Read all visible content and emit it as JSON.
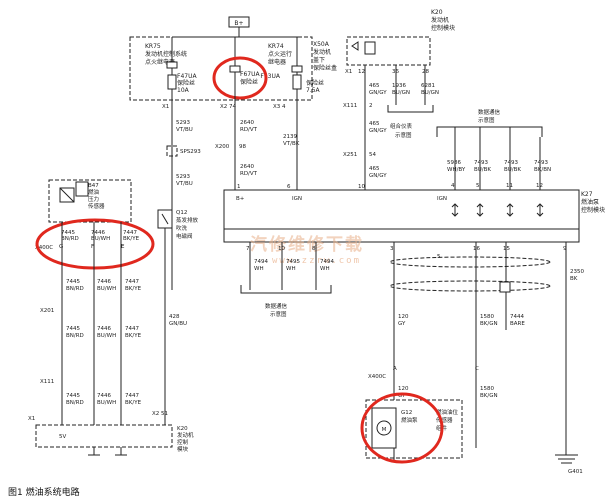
{
  "header": {
    "power_node": "B+"
  },
  "modules": {
    "kr75": {
      "id": "KR75",
      "line1": "发动机控制系统",
      "line2": "点火继电器"
    },
    "x50a": {
      "id": "X50A",
      "line1": "发动机",
      "line2": "盖下",
      "line3": "保险丝盒"
    },
    "kr74": {
      "id": "KR74",
      "line1": "点火运行",
      "line2": "继电器"
    },
    "f47ua": {
      "id": "F47UA",
      "line1": "保险丝",
      "line2": "10A"
    },
    "f67ua": {
      "id": "F67UA",
      "line1": "保险丝"
    },
    "f13ua": {
      "id": "F13UA",
      "line1": "保险丝",
      "line2": "7.5A"
    },
    "k20_top": {
      "id": "K20",
      "line1": "发动机",
      "line2": "控制模块"
    },
    "b47": {
      "id": "B47",
      "line1": "燃油",
      "line2": "压力",
      "line3": "传感器"
    },
    "q12": {
      "id": "Q12",
      "line1": "蒸发排放",
      "line2": "吹洗",
      "line3": "电磁阀"
    },
    "k20_bot": {
      "id": "K20",
      "line1": "发动机",
      "line2": "控制",
      "line3": "模块"
    },
    "k27": {
      "id": "K27",
      "line1": "燃油泵",
      "line2": "控制模块"
    },
    "g12": {
      "id": "G12",
      "line1": "燃油泵",
      "line2": "燃油油位",
      "line3": "传感器",
      "line4": "组件"
    },
    "cluster": {
      "line1": "组合仪表",
      "line2": "示意图"
    },
    "comm_top": {
      "line1": "数据通信",
      "line2": "示意图"
    },
    "comm_bot": {
      "line1": "数据通信",
      "line2": "示意图"
    },
    "m_label": "M"
  },
  "connectors": {
    "x1_top": "X1",
    "x2_74": "X2  74",
    "x3_4": "X3  4",
    "x200_98": "X200",
    "x111_top": "X111",
    "x251": "X251",
    "x400c_left": "X400C",
    "x201": "X201",
    "x111_left": "X111",
    "x1_bot": "X1",
    "x2_51": "X2  51",
    "x400c_right": "X400C",
    "sps293": "SPS293",
    "g401": "G401"
  },
  "pins": {
    "p98": "98",
    "p2": "2",
    "p54": "54",
    "p6": "6",
    "p12": "12",
    "p36": "36",
    "p28": "28",
    "p4": "4",
    "p5": "5",
    "p11": "11",
    "p1": "1",
    "p3": "3",
    "p16": "16",
    "p15": "15",
    "p9": "9",
    "p3b": "3",
    "p10": "10",
    "p12b": "12",
    "p10b": "10",
    "p51": "51",
    "p8": "8",
    "p7": "7",
    "g_left": "G",
    "f_left": "F",
    "e_left": "E",
    "a_right": "A",
    "c_right": "C",
    "fiveV": "5V",
    "b_plus": "B+",
    "ign1": "IGN",
    "ign2": "IGN",
    "box5": "5"
  },
  "wires": {
    "w5293a": "5293\nVT/BU",
    "w2640a": "2640\nRD/VT",
    "w2139": "2139\nVT/BK",
    "w5293b": "5293\nVT/BU",
    "w2640b": "2640\nRD/VT",
    "w465a": "465\nGN/GY",
    "w1936": "1936\nBU/GN",
    "w6281": "6281\nBU/GN",
    "w465b": "465\nGN/GY",
    "w465c": "465\nGN/GY",
    "w5986": "5986\nWH/BY",
    "w7493a": "7493\nBU/BK",
    "w7493b": "7493\nBU/BK",
    "w7493c": "7493\nBK/BN",
    "w7445a": "7445\nBN/RD",
    "w7446a": "7446\nBU/WH",
    "w7447a": "7447\nBK/YE",
    "w7445b": "7445\nBN/RD",
    "w7446b": "7446\nBU/WH",
    "w7447b": "7447\nBK/YE",
    "w7445c": "7445\nBN/RD",
    "w7446c": "7446\nBU/WH",
    "w7447c": "7447\nBK/YE",
    "w7445d": "7445\nBN/RD",
    "w7446d": "7446\nBU/WH",
    "w7447d": "7447\nBK/YE",
    "w428": "428\nGN/BU",
    "w7494a": "7494\nWH",
    "w7495": "7495\nWH",
    "w7494b": "7494\nWH",
    "w120a": "120\nGY",
    "w1580a": "1580\nBK/GN",
    "w7444": "7444\nBARE",
    "w2350": "2350\nBK",
    "w120b": "120\nGY",
    "w1580b": "1580\nBK/GN"
  },
  "watermark": {
    "main": "汽修维修下载",
    "url": "www.zzrw.com"
  },
  "caption": "图1  燃油系统电路",
  "highlight_color": "#e0281e"
}
